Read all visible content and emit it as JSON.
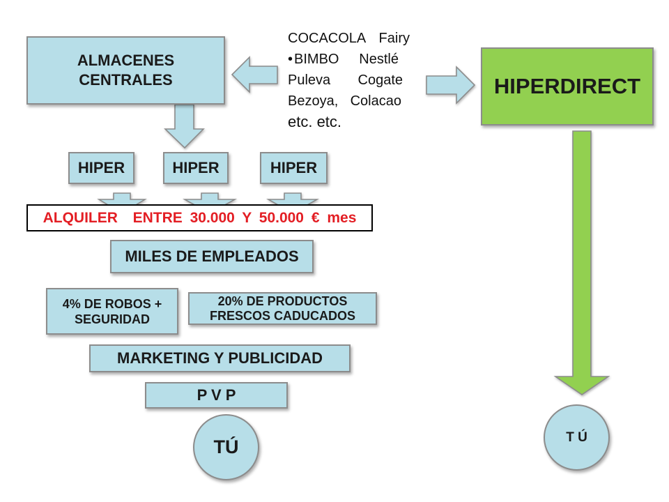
{
  "diagram": {
    "central_warehouse": {
      "line1": "ALMACENES",
      "line2": "CENTRALES"
    },
    "suppliers": {
      "rows": [
        {
          "left": "COCACOLA",
          "right": "Fairy"
        },
        {
          "left": "BIMBO",
          "right": "Nestlé"
        },
        {
          "left": "Puleva",
          "right": "Cogate"
        },
        {
          "left": "Bezoya,",
          "right": "Colacao"
        }
      ],
      "etc": "etc. etc."
    },
    "hiperdirect": "HIPERDIRECT",
    "hipers": [
      "HIPER",
      "HIPER",
      "HIPER"
    ],
    "rent": "ALQUILER  ENTRE 30.000 Y 50.000 € mes",
    "employees": "MILES DE EMPLEADOS",
    "theft": {
      "line1": "4% DE ROBOS +",
      "line2": "SEGURIDAD"
    },
    "expired": {
      "line1": "20% DE PRODUCTOS",
      "line2": "FRESCOS CADUCADOS"
    },
    "marketing": "MARKETING Y PUBLICIDAD",
    "price": "P V P",
    "consumer_traditional": "TÚ",
    "consumer_direct": "T Ú"
  },
  "colors": {
    "box_fill": "#b7dee8",
    "direct_fill": "#92d050",
    "border": "#8c8c8c",
    "rent_text": "#e31e24"
  }
}
